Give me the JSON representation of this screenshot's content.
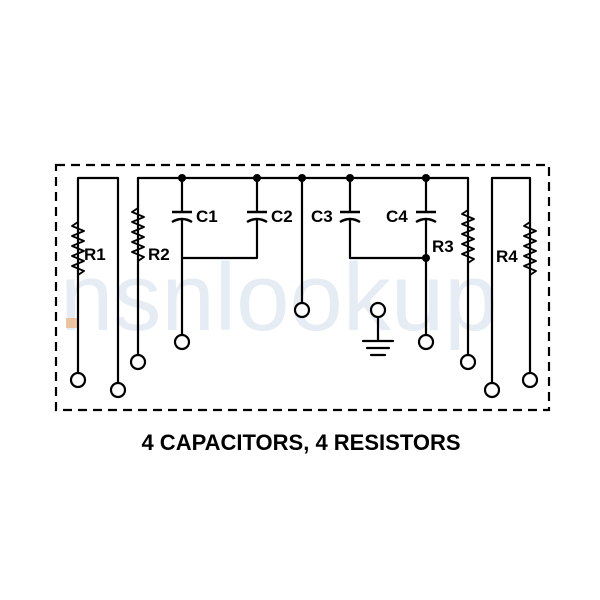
{
  "caption": "4 CAPACITORS, 4 RESISTORS",
  "watermark": "nsnlookup",
  "labels": {
    "r1": "R1",
    "r2": "R2",
    "r3": "R3",
    "r4": "R4",
    "c1": "C1",
    "c2": "C2",
    "c3": "C3",
    "c4": "C4"
  },
  "colors": {
    "line": "#000000",
    "watermark": "#b7c9df",
    "background": "#ffffff"
  }
}
